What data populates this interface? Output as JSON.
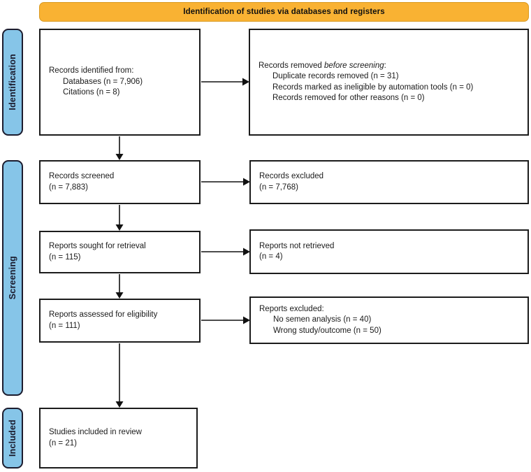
{
  "banner": {
    "title": "Identification of studies via databases and registers",
    "color": "#f9b233"
  },
  "stages": {
    "identification": "Identification",
    "screening": "Screening",
    "included": "Included",
    "color": "#86c5e8"
  },
  "boxes": {
    "identified": {
      "line1": "Records identified from:",
      "line2": "Databases (n = 7,906)",
      "line3": "Citations (n = 8)"
    },
    "removed": {
      "line1_prefix": "Records removed ",
      "line1_italic": "before screening",
      "line1_suffix": ":",
      "line2": "Duplicate records removed (n = 31)",
      "line3": "Records marked as ineligible by automation tools (n = 0)",
      "line4": "Records removed for other reasons (n = 0)"
    },
    "screened": {
      "line1": "Records screened",
      "line2": "(n = 7,883)"
    },
    "excluded": {
      "line1": "Records excluded",
      "line2": "(n = 7,768)"
    },
    "sought": {
      "line1": "Reports sought for retrieval",
      "line2": "(n = 115)"
    },
    "not_retrieved": {
      "line1": "Reports not retrieved",
      "line2": "(n = 4)"
    },
    "assessed": {
      "line1": "Reports assessed for eligibility",
      "line2": "(n = 111)"
    },
    "reports_excluded": {
      "line1": "Reports excluded:",
      "line2": "No semen analysis (n = 40)",
      "line3": "Wrong study/outcome (n = 50)"
    },
    "included": {
      "line1": "Studies included in review",
      "line2": "(n = 21)"
    }
  },
  "chart_data": {
    "type": "diagram",
    "title": "PRISMA 2020 flow diagram",
    "subtitle": "Identification of studies via databases and registers",
    "stages": [
      "Identification",
      "Screening",
      "Included"
    ],
    "nodes": [
      {
        "id": "identified",
        "stage": "Identification",
        "label": "Records identified from: Databases (n = 7,906); Citations (n = 8)",
        "counts": {
          "databases": 7906,
          "citations": 8
        }
      },
      {
        "id": "removed",
        "stage": "Identification",
        "label": "Records removed before screening",
        "counts": {
          "duplicate_records_removed": 31,
          "marked_ineligible_by_automation_tools": 0,
          "removed_for_other_reasons": 0
        }
      },
      {
        "id": "screened",
        "stage": "Screening",
        "label": "Records screened",
        "counts": {
          "n": 7883
        }
      },
      {
        "id": "excluded",
        "stage": "Screening",
        "label": "Records excluded",
        "counts": {
          "n": 7768
        }
      },
      {
        "id": "sought",
        "stage": "Screening",
        "label": "Reports sought for retrieval",
        "counts": {
          "n": 115
        }
      },
      {
        "id": "not_retrieved",
        "stage": "Screening",
        "label": "Reports not retrieved",
        "counts": {
          "n": 4
        }
      },
      {
        "id": "assessed",
        "stage": "Screening",
        "label": "Reports assessed for eligibility",
        "counts": {
          "n": 111
        }
      },
      {
        "id": "reports_excluded",
        "stage": "Screening",
        "label": "Reports excluded",
        "counts": {
          "no_semen_analysis": 40,
          "wrong_study_outcome": 50
        }
      },
      {
        "id": "included",
        "stage": "Included",
        "label": "Studies included in review",
        "counts": {
          "n": 21
        }
      }
    ],
    "edges": [
      {
        "from": "identified",
        "to": "removed",
        "direction": "right"
      },
      {
        "from": "identified",
        "to": "screened",
        "direction": "down"
      },
      {
        "from": "screened",
        "to": "excluded",
        "direction": "right"
      },
      {
        "from": "screened",
        "to": "sought",
        "direction": "down"
      },
      {
        "from": "sought",
        "to": "not_retrieved",
        "direction": "right"
      },
      {
        "from": "sought",
        "to": "assessed",
        "direction": "down"
      },
      {
        "from": "assessed",
        "to": "reports_excluded",
        "direction": "right"
      },
      {
        "from": "assessed",
        "to": "included",
        "direction": "down"
      }
    ]
  }
}
